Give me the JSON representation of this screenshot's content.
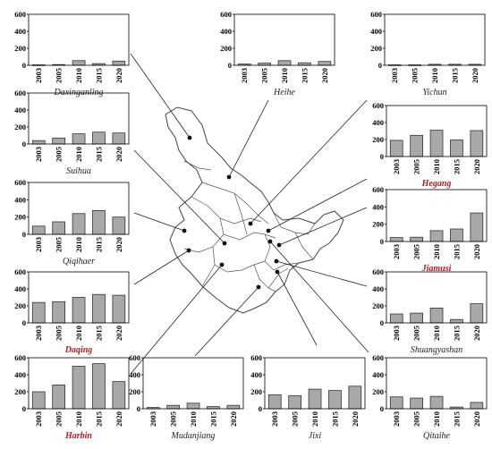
{
  "map": {
    "cities": [
      {
        "name": "Daxinganling",
        "highlight": false
      },
      {
        "name": "Heihe",
        "highlight": false
      },
      {
        "name": "Yichun",
        "highlight": false
      },
      {
        "name": "Suihua",
        "highlight": false
      },
      {
        "name": "Hegang",
        "highlight": true
      },
      {
        "name": "Qiqihaer",
        "highlight": false
      },
      {
        "name": "Jiamusi",
        "highlight": true
      },
      {
        "name": "Daqing",
        "highlight": true
      },
      {
        "name": "Shuangyashan",
        "highlight": false
      },
      {
        "name": "Harbin",
        "highlight": true
      },
      {
        "name": "Mudanjiang",
        "highlight": false
      },
      {
        "name": "Jixi",
        "highlight": false
      },
      {
        "name": "Qitaihe",
        "highlight": false
      }
    ],
    "highlight_color": "#c0181c"
  },
  "chart_data": [
    {
      "type": "bar",
      "title": "Daxinganling",
      "categories": [
        "2003",
        "2005",
        "2010",
        "2015",
        "2020"
      ],
      "values": [
        5,
        8,
        55,
        20,
        50
      ],
      "ylim": [
        0,
        600
      ],
      "yticks": [
        "0",
        "200",
        "400",
        "600"
      ]
    },
    {
      "type": "bar",
      "title": "Heihe",
      "categories": [
        "2003",
        "2005",
        "2010",
        "2015",
        "2020"
      ],
      "values": [
        15,
        25,
        55,
        30,
        45
      ],
      "ylim": [
        0,
        600
      ],
      "yticks": [
        "0",
        "200",
        "400",
        "600"
      ]
    },
    {
      "type": "bar",
      "title": "Yichun",
      "categories": [
        "2003",
        "2005",
        "2010",
        "2015",
        "2020"
      ],
      "values": [
        5,
        5,
        12,
        12,
        12
      ],
      "ylim": [
        0,
        600
      ],
      "yticks": [
        "0",
        "200",
        "400",
        "600"
      ]
    },
    {
      "type": "bar",
      "title": "Suihua",
      "categories": [
        "2003",
        "2005",
        "2010",
        "2015",
        "2020"
      ],
      "values": [
        40,
        70,
        120,
        140,
        130
      ],
      "ylim": [
        0,
        600
      ],
      "yticks": [
        "0",
        "200",
        "400",
        "600"
      ]
    },
    {
      "type": "bar",
      "title": "Hegang",
      "categories": [
        "2003",
        "2005",
        "2010",
        "2015",
        "2020"
      ],
      "values": [
        190,
        250,
        310,
        195,
        305
      ],
      "ylim": [
        0,
        600
      ],
      "yticks": [
        "0",
        "200",
        "400",
        "600"
      ]
    },
    {
      "type": "bar",
      "title": "Qiqihaer",
      "categories": [
        "2003",
        "2005",
        "2010",
        "2015",
        "2020"
      ],
      "values": [
        95,
        145,
        240,
        275,
        200
      ],
      "ylim": [
        0,
        600
      ],
      "yticks": [
        "0",
        "200",
        "400",
        "600"
      ]
    },
    {
      "type": "bar",
      "title": "Jiamusi",
      "categories": [
        "2003",
        "2005",
        "2010",
        "2015",
        "2020"
      ],
      "values": [
        45,
        50,
        125,
        145,
        330
      ],
      "ylim": [
        0,
        600
      ],
      "yticks": [
        "0",
        "200",
        "400",
        "600"
      ]
    },
    {
      "type": "bar",
      "title": "Daqing",
      "categories": [
        "2003",
        "2005",
        "2010",
        "2015",
        "2020"
      ],
      "values": [
        240,
        250,
        300,
        335,
        325
      ],
      "ylim": [
        0,
        600
      ],
      "yticks": [
        "0",
        "200",
        "400",
        "600"
      ]
    },
    {
      "type": "bar",
      "title": "Shuangyashan",
      "categories": [
        "2003",
        "2005",
        "2010",
        "2015",
        "2020"
      ],
      "values": [
        105,
        115,
        175,
        40,
        225
      ],
      "ylim": [
        0,
        600
      ],
      "yticks": [
        "0",
        "200",
        "400",
        "600"
      ]
    },
    {
      "type": "bar",
      "title": "Harbin",
      "categories": [
        "2003",
        "2005",
        "2010",
        "2015",
        "2020"
      ],
      "values": [
        200,
        280,
        500,
        530,
        320
      ],
      "ylim": [
        0,
        600
      ],
      "yticks": [
        "0",
        "200",
        "400",
        "600"
      ]
    },
    {
      "type": "bar",
      "title": "Mudanjiang",
      "categories": [
        "2003",
        "2005",
        "2010",
        "2015",
        "2020"
      ],
      "values": [
        15,
        40,
        65,
        25,
        40
      ],
      "ylim": [
        0,
        600
      ],
      "yticks": [
        "0",
        "200",
        "400",
        "600"
      ]
    },
    {
      "type": "bar",
      "title": "Jixi",
      "categories": [
        "2003",
        "2005",
        "2010",
        "2015",
        "2020"
      ],
      "values": [
        165,
        155,
        230,
        215,
        265
      ],
      "ylim": [
        0,
        600
      ],
      "yticks": [
        "0",
        "200",
        "400",
        "600"
      ]
    },
    {
      "type": "bar",
      "title": "Qitaihe",
      "categories": [
        "2003",
        "2005",
        "2010",
        "2015",
        "2020"
      ],
      "values": [
        140,
        125,
        145,
        20,
        75
      ],
      "ylim": [
        0,
        600
      ],
      "yticks": [
        "0",
        "200",
        "400",
        "600"
      ]
    }
  ]
}
